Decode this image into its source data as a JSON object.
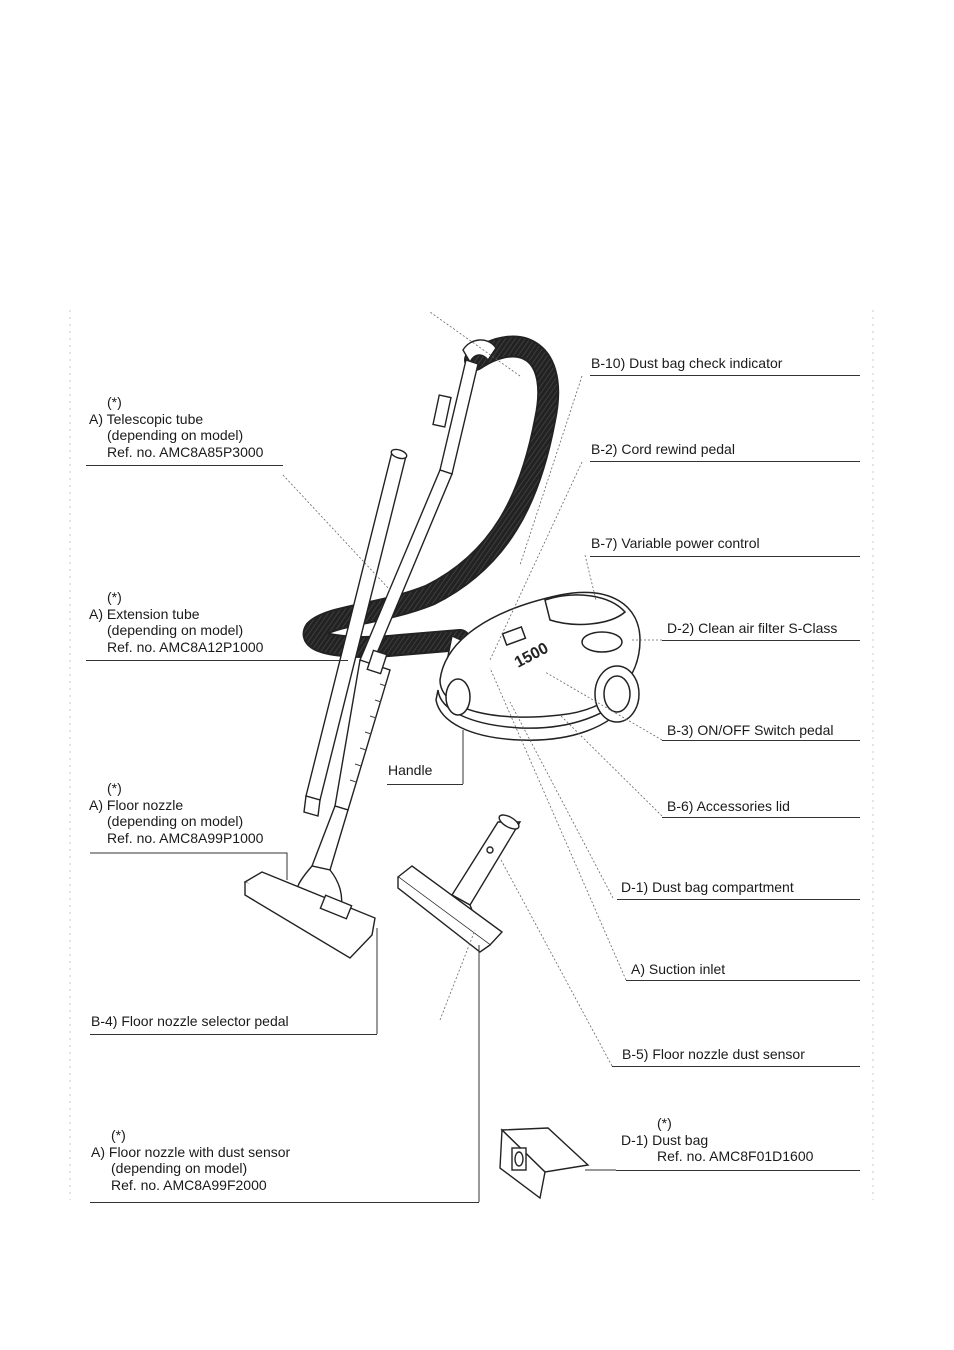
{
  "labels": {
    "dust_bag_check_indicator": "B-10) Dust bag check indicator",
    "cord_rewind_pedal": "B-2) Cord rewind pedal",
    "variable_power_control": "B-7) Variable power control",
    "clean_air_filter": "D-2) Clean air filter S-Class",
    "on_off_switch_pedal": "B-3) ON/OFF Switch pedal",
    "accessories_lid": "B-6) Accessories lid",
    "dust_bag_compartment": "D-1) Dust bag compartment",
    "suction_inlet": "A) Suction inlet",
    "floor_nozzle_dust_sensor": "B-5) Floor nozzle dust sensor",
    "floor_nozzle_selector_pedal": "B-4) Floor nozzle selector pedal",
    "handle": "Handle"
  },
  "telescopic_tube": {
    "mark": "(*)",
    "name": "A) Telescopic tube",
    "note": "(depending on model)",
    "ref": "Ref. no. AMC8A85P3000"
  },
  "extension_tube": {
    "mark": "(*)",
    "name": "A) Extension tube",
    "note": "(depending on model)",
    "ref": "Ref. no. AMC8A12P1000"
  },
  "floor_nozzle": {
    "mark": "(*)",
    "name": "A) Floor nozzle",
    "note": "(depending on model)",
    "ref": "Ref. no. AMC8A99P1000"
  },
  "floor_nozzle_sensor": {
    "mark": "(*)",
    "name": "A) Floor nozzle with dust sensor",
    "note": "(depending on model)",
    "ref": "Ref. no. AMC8A99F2000"
  },
  "dust_bag": {
    "mark": "(*)",
    "name": "D-1) Dust bag",
    "ref": "Ref. no. AMC8F01D1600"
  },
  "vacuum_brand_text": "1500",
  "colors": {
    "ink": "#1a1a1a",
    "rule": "#333333",
    "hatch": "#555555"
  }
}
